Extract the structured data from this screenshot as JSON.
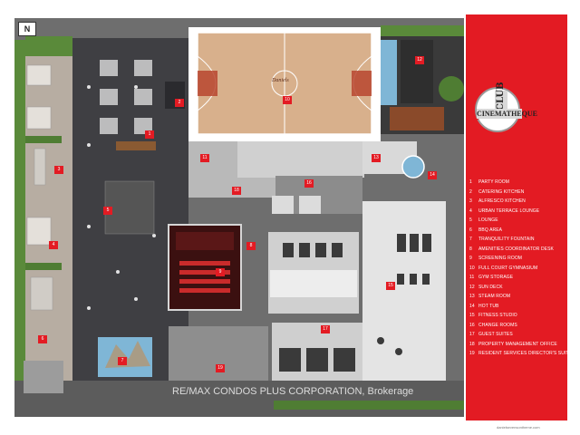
{
  "compass": "N",
  "logo": {
    "club": "CLUB",
    "name": "CINEMATHEQUE"
  },
  "court_logo": "Daniels",
  "amenities": [
    {
      "n": "1",
      "label": "Party Room"
    },
    {
      "n": "2",
      "label": "Catering Kitchen"
    },
    {
      "n": "3",
      "label": "Alfresco Kitchen"
    },
    {
      "n": "4",
      "label": "Urban Terrace Lounge"
    },
    {
      "n": "5",
      "label": "Lounge"
    },
    {
      "n": "6",
      "label": "BBQ Area"
    },
    {
      "n": "7",
      "label": "Tranquility Fountain"
    },
    {
      "n": "8",
      "label": "Amenities Coordinator Desk"
    },
    {
      "n": "9",
      "label": "Screening Room"
    },
    {
      "n": "10",
      "label": "Full Court Gymnasium"
    },
    {
      "n": "11",
      "label": "Gym Storage"
    },
    {
      "n": "12",
      "label": "Sun Deck"
    },
    {
      "n": "13",
      "label": "Steam Room"
    },
    {
      "n": "14",
      "label": "Hot Tub"
    },
    {
      "n": "15",
      "label": "Fitness Studio"
    },
    {
      "n": "16",
      "label": "Change Rooms"
    },
    {
      "n": "17",
      "label": "Guest Suites"
    },
    {
      "n": "18",
      "label": "Property Management Office"
    },
    {
      "n": "19",
      "label": "Resident Services Director's Suite"
    }
  ],
  "markers": {
    "m1": "1",
    "m2": "2",
    "m3": "3",
    "m4": "4",
    "m5": "5",
    "m6": "6",
    "m7": "7",
    "m8": "8",
    "m9": "9",
    "m10": "10",
    "m11": "11",
    "m12": "12",
    "m13": "13",
    "m14": "14",
    "m15": "15",
    "m16": "16",
    "m17": "17",
    "m18": "18",
    "m19": "19"
  },
  "watermark": "RE/MAX CONDOS PLUS CORPORATION, Brokerage",
  "credit": "danielsevensontheme.com",
  "colors": {
    "accent": "#e31b23",
    "floor": "#4a4a4a",
    "court": "#d8b08c",
    "grass": "#5a8a3a",
    "pool": "#7fb6d6"
  }
}
